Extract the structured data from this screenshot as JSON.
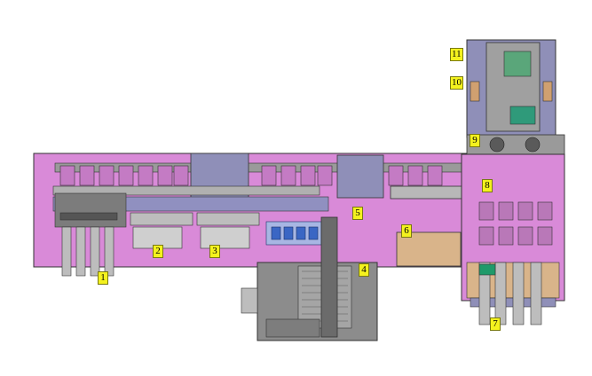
{
  "diagram": {
    "colors": {
      "magenta_base": "#d98ad8",
      "purple_frame": "#8f8fb8",
      "gray_frame": "#8c8c8c",
      "dark_gray": "#5a5a5a",
      "blue_trays": "#3a66c4",
      "green_parts": "#1f9a6a",
      "tan_block": "#d9b48a",
      "label_bg": "#f4f21e",
      "line_dark": "#2a2a2a"
    },
    "labels": [
      {
        "id": "1",
        "text": "1"
      },
      {
        "id": "2",
        "text": "2"
      },
      {
        "id": "3",
        "text": "3"
      },
      {
        "id": "4",
        "text": "4"
      },
      {
        "id": "5",
        "text": "5"
      },
      {
        "id": "6",
        "text": "6"
      },
      {
        "id": "7",
        "text": "7"
      },
      {
        "id": "8",
        "text": "8"
      },
      {
        "id": "9",
        "text": "9"
      },
      {
        "id": "10",
        "text": "10"
      },
      {
        "id": "11",
        "text": "11"
      }
    ]
  }
}
